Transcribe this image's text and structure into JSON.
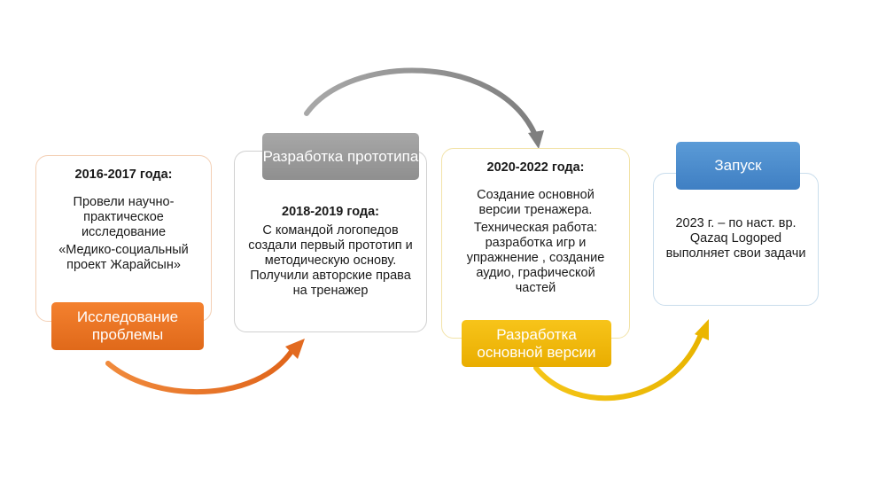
{
  "stages": [
    {
      "label": "Исследование проблемы",
      "heading": "2016-2017 года:",
      "lines": [
        "Провели научно-практическое исследование",
        "«Медико-социальный проект Жарайсын»"
      ]
    },
    {
      "label": "Разработка прототипа",
      "heading": "2018-2019 года:",
      "lines": [
        "С командой логопедов создали первый прототип и методическую основу. Получили авторские права на тренажер"
      ]
    },
    {
      "label": "Разработка основной версии",
      "heading": "2020-2022 года:",
      "lines": [
        "Создание основной версии тренажера.",
        "Техническая работа: разработка игр и упражнение , создание аудио, графической частей"
      ]
    },
    {
      "label": "Запуск",
      "heading": "",
      "lines": [
        "2023 г. – по наст. вр. Qazaq Logoped выполняет свои задачи"
      ]
    }
  ],
  "colors": {
    "stage1": "#ee7a2a",
    "stage2": "#9a9a9a",
    "stage3": "#f2bb12",
    "stage4": "#4a8ccd"
  }
}
